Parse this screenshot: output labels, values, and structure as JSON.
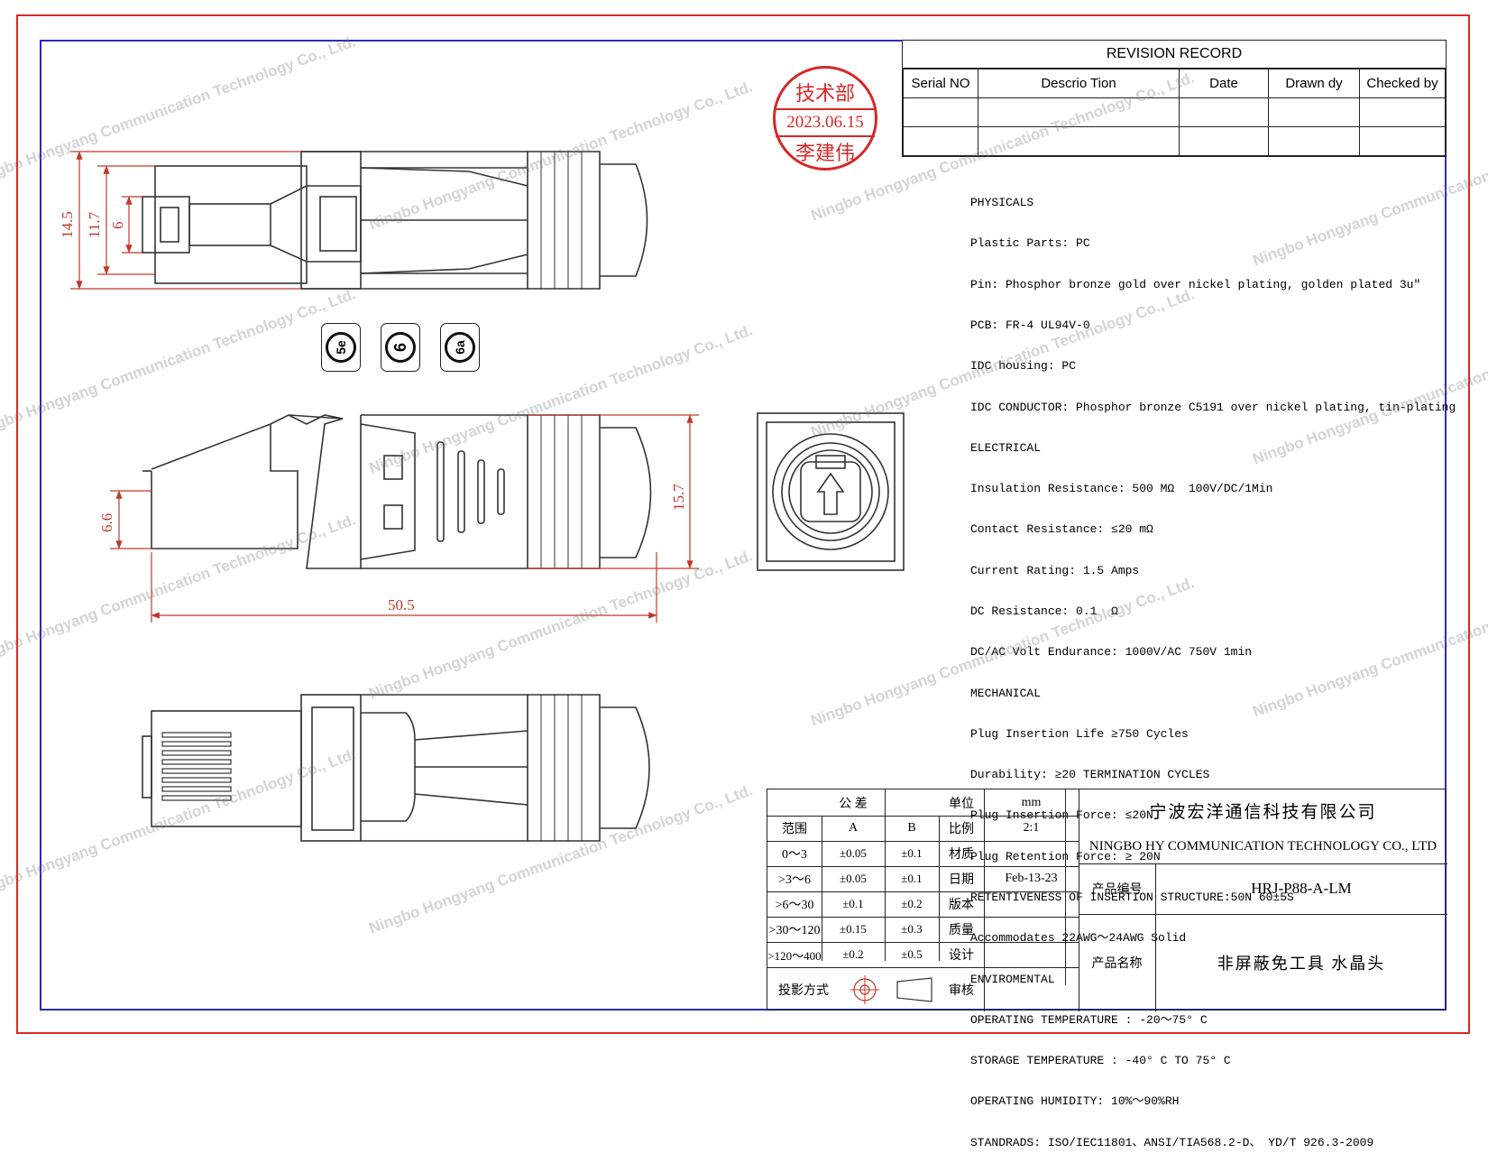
{
  "revision_record": {
    "title": "REVISION RECORD",
    "headers": [
      "Serial NO",
      "Descrio Tion",
      "Date",
      "Drawn dy",
      "Checked by"
    ]
  },
  "stamp": {
    "dept": "技术部",
    "date": "2023.06.15",
    "name": "李建伟"
  },
  "dimensions": {
    "d1": "14.5",
    "d2": "11.7",
    "d3": "6",
    "d4": "6.6",
    "d5": "15.7",
    "d6": "50.5"
  },
  "badges": [
    "5e",
    "6",
    "6a"
  ],
  "specs": [
    "PHYSICALS",
    "Plastic Parts: PC",
    "Pin: Phosphor bronze gold over nickel plating, golden plated 3u\"",
    "PCB: FR-4 UL94V-0",
    "IDC housing: PC",
    "IDC CONDUCTOR: Phosphor bronze C5191 over nickel plating, tin-plating",
    "ELECTRICAL",
    "Insulation Resistance: 500 MΩ  100V/DC/1Min",
    "Contact Resistance: ≤20 mΩ",
    "Current Rating: 1.5 Amps",
    "DC Resistance: 0.1  Ω",
    "DC/AC Volt Endurance: 1000V/AC 750V 1min",
    "MECHANICAL",
    "Plug Insertion Life ≥750 Cycles",
    "Durability: ≥20 TERMINATION CYCLES",
    "Plug Insertion Force: ≤20N",
    "Plug Retention Force: ≥ 20N",
    "RETENTIVENESS OF INSERTION STRUCTURE:50N 60±5S",
    "Accommodates 22AWG～24AWG Solid",
    "ENVIROMENTAL",
    "OPERATING TEMPERATURE : -20～75° C",
    "STORAGE TEMPERATURE : -40° C TO 75° C",
    "OPERATING HUMIDITY: 10%～90%RH",
    "STANDRADS: ISO/IEC11801、ANSI/TIA568.2-D、 YD/T 926.3-2009"
  ],
  "title_block": {
    "tolerance": "公    差",
    "unit_label": "单位",
    "unit_value": "mm",
    "range": "范围",
    "col_a": "A",
    "col_b": "B",
    "scale_label": "比例",
    "scale_value": "2:1",
    "material_label": "材质",
    "date_label": "日期",
    "date_value": "Feb-13-23",
    "version_label": "版本",
    "quality_label": "质量",
    "design_label": "设计",
    "review_label": "审核",
    "projection_label": "投影方式",
    "rows": [
      {
        "range": "0～3",
        "a": "±0.05",
        "b": "±0.1"
      },
      {
        "range": ">3～6",
        "a": "±0.05",
        "b": "±0.1"
      },
      {
        "range": ">6～30",
        "a": "±0.1",
        "b": "±0.2"
      },
      {
        "range": ">30～120",
        "a": "±0.15",
        "b": "±0.3"
      },
      {
        "range": ">120～400",
        "a": "±0.2",
        "b": "±0.5"
      }
    ],
    "company_cn": "宁波宏洋通信科技有限公司",
    "company_en": "NINGBO HY COMMUNICATION TECHNOLOGY CO., LTD",
    "part_no_label": "产品编号",
    "part_no": "HRJ-P88-A-LM",
    "product_name_label": "产品名称",
    "product_name": "非屏蔽免工具 水晶头"
  },
  "watermark": "Ningbo Hongyang Communication Technology Co., Ltd."
}
